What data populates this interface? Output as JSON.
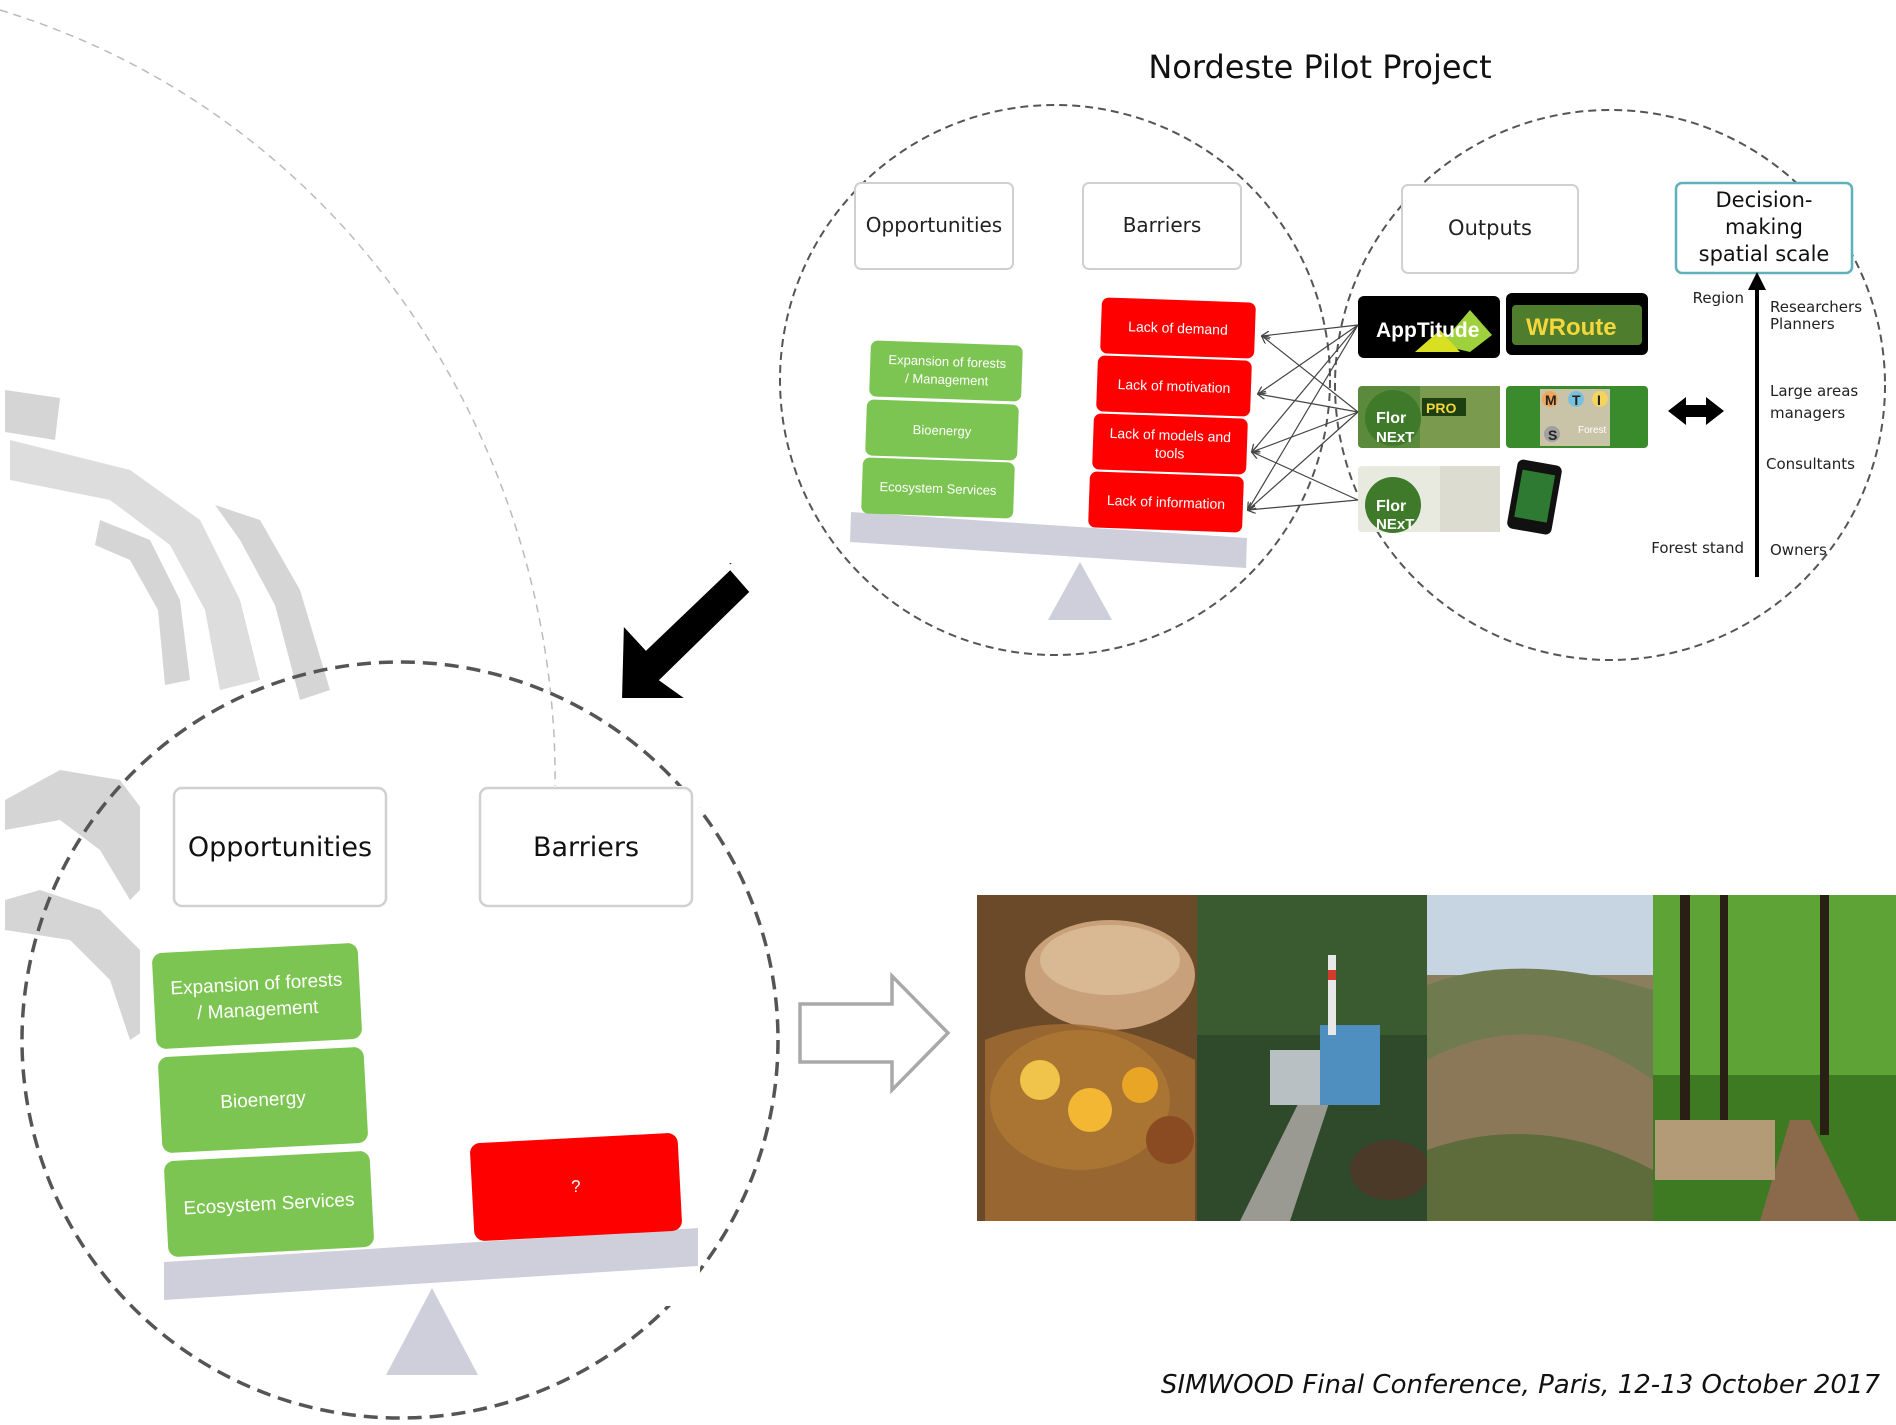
{
  "title": "Nordeste Pilot Project",
  "footer": "SIMWOOD Final Conference, Paris, 12-13 October 2017",
  "top_left_circle": {
    "opportunities_label": "Opportunities",
    "barriers_label": "Barriers",
    "opportunity_blocks": [
      "Expansion of forests / Management",
      "Bioenergy",
      "Ecosystem Services"
    ],
    "barrier_blocks": [
      "Lack of demand",
      "Lack of motivation",
      "Lack of models and tools",
      "Lack of information"
    ]
  },
  "top_right_circle": {
    "outputs_label": "Outputs",
    "scale_label_line1": "Decision-",
    "scale_label_line2": "making",
    "scale_label_line3": "spatial scale",
    "tools": [
      "AppTitude",
      "WRoute",
      "Flor NExT PRO",
      "MTI S Forest",
      "Flor NExT",
      "mobile app"
    ],
    "mti_letters": [
      "M",
      "T",
      "I",
      "S"
    ],
    "mti_word": "Forest",
    "axis_left_top": "Region",
    "axis_left_bottom": "Forest stand",
    "axis_right_1_line1": "Researchers",
    "axis_right_1_line2": "Planners",
    "axis_right_2_line1": "Large areas",
    "axis_right_2_line2": "managers",
    "axis_right_3": "Consultants",
    "axis_right_4": "Owners"
  },
  "bottom_left_circle": {
    "opportunities_label": "Opportunities",
    "barriers_label": "Barriers",
    "opportunity_blocks": [
      "Expansion of forests / Management",
      "Bioenergy",
      "Ecosystem Services"
    ],
    "barrier_block": "?"
  },
  "photos": [
    "mushroom-basket-photo",
    "bioenergy-plant-photo",
    "hillside-forest-photo",
    "forest-road-photo"
  ],
  "colors": {
    "green": "#7dc552",
    "red": "#ff0000",
    "balance": "#cfcfdc",
    "dash": "#555555",
    "teal": "#5fb0b8"
  }
}
